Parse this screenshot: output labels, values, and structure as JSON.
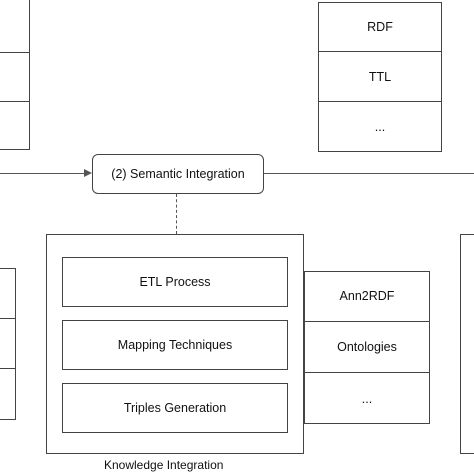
{
  "semantic_node": {
    "label": "(2) Semantic Integration"
  },
  "formats": {
    "items": [
      "RDF",
      "TTL",
      "..."
    ]
  },
  "knowledge_integration": {
    "caption": "Knowledge Integration",
    "steps": [
      "ETL Process",
      "Mapping Techniques",
      "Triples Generation"
    ]
  },
  "resources": {
    "items": [
      "Ann2RDF",
      "Ontologies",
      "..."
    ]
  }
}
